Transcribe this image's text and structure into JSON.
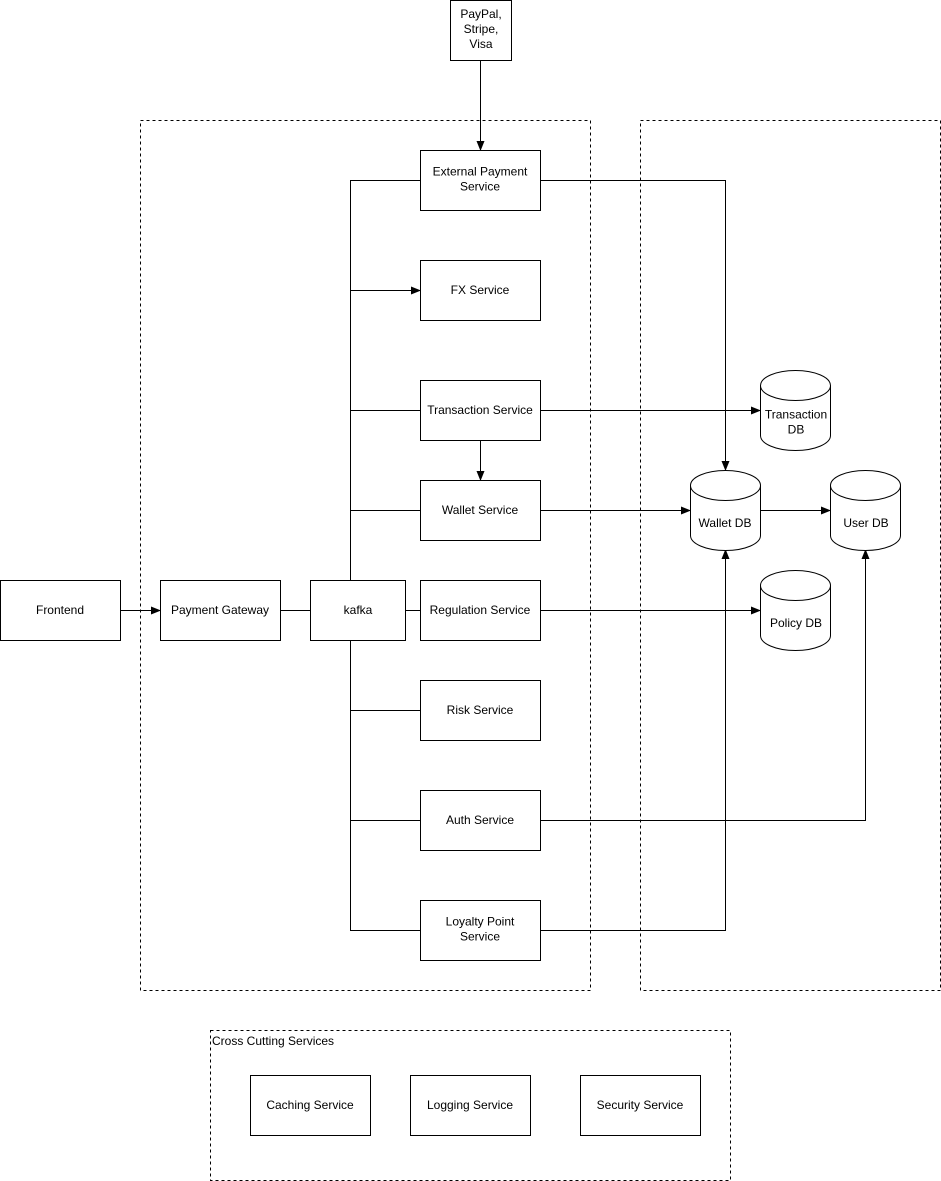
{
  "nodes": {
    "paypal": "PayPal,\nStripe,\nVisa",
    "frontend": "Frontend",
    "payment_gateway": "Payment Gateway",
    "kafka": "kafka",
    "external_payment": "External Payment\nService",
    "fx": "FX Service",
    "transaction": "Transaction Service",
    "wallet": "Wallet Service",
    "regulation": "Regulation Service",
    "risk": "Risk Service",
    "auth": "Auth Service",
    "loyalty": "Loyalty Point\nService"
  },
  "databases": {
    "transaction_db": "Transaction\nDB",
    "wallet_db": "Wallet DB",
    "user_db": "User DB",
    "policy_db": "Policy DB"
  },
  "cross_cutting": {
    "title": "Cross Cutting Services",
    "caching": "Caching Service",
    "logging": "Logging Service",
    "security": "Security Service"
  },
  "colors": {
    "stroke": "#000000",
    "fill": "#ffffff"
  }
}
